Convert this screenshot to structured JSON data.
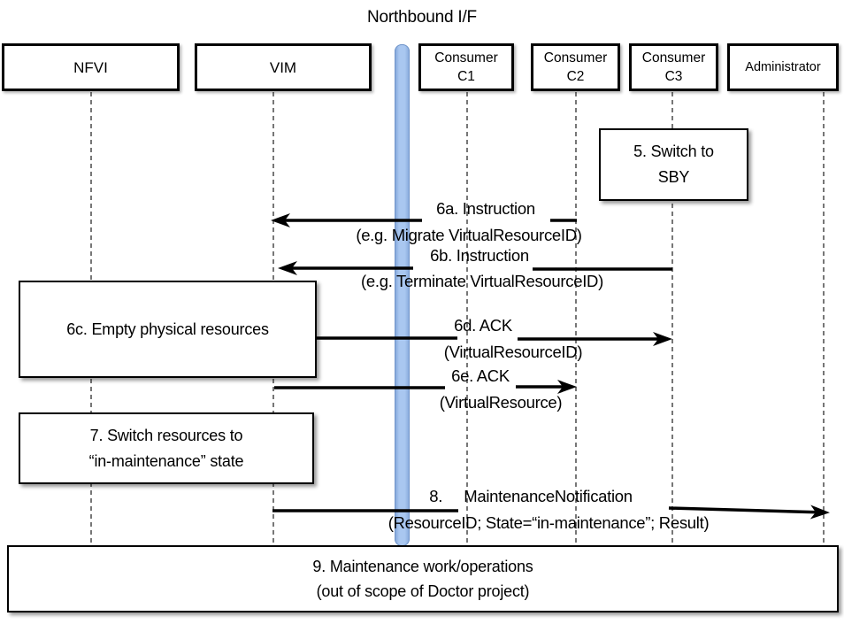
{
  "title": "Northbound I/F",
  "actors": [
    {
      "label": "NFVI"
    },
    {
      "label": "VIM"
    },
    {
      "line1": "Consumer",
      "line2": "C1"
    },
    {
      "line1": "Consumer",
      "line2": "C2"
    },
    {
      "line1": "Consumer",
      "line2": "C3"
    },
    {
      "label": "Administrator"
    }
  ],
  "process_boxes": [
    {
      "line1": "5. Switch to",
      "line2": "SBY"
    },
    {
      "line1": "6c. Empty physical resources"
    },
    {
      "line1": "7. Switch resources to",
      "line2": "“in-maintenance” state"
    },
    {
      "line1": "9. Maintenance work/operations",
      "line2": "(out of scope of Doctor project)"
    }
  ],
  "messages": [
    {
      "label": "6a. Instruction",
      "detail": "(e.g. Migrate VirtualResourceID)"
    },
    {
      "label": "6b. Instruction",
      "detail": "(e.g. Terminate VirtualResourceID)"
    },
    {
      "label": "6d. ACK",
      "detail": "(VirtualResourceID)"
    },
    {
      "label": "6e. ACK",
      "detail": "(VirtualResource)"
    },
    {
      "label": "8.     MaintenanceNotification",
      "detail": "(ResourceID; State=“in-maintenance”; Result)"
    }
  ],
  "colors": {
    "northbound_bar_fill": "#a9c7f0",
    "northbound_bar_edge": "#7ea1d6",
    "lifeline": "#555555",
    "box_border": "#000000",
    "arrow": "#000000"
  }
}
